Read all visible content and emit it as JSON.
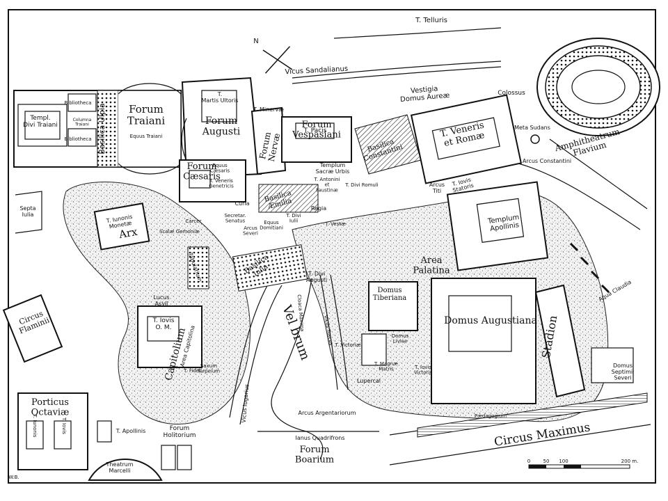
{
  "labels": {
    "t_telluris": "T. Telluris",
    "vicus_sandalianus": "Vicus Sandalianus",
    "forum_traiani": "Forum\nTraiani",
    "basilica_ulpia": "Basilica Ulpia",
    "templ_divi_traiani": "Templ.\nDivi Traiani",
    "bibliotheca_1": "Bibliotheca",
    "bibliotheca_2": "Bibliotheca",
    "columna_traiani": "Columna\nTraiani",
    "equus_traiani": "Equus Traiani",
    "t_martis_ultoris": "T.\nMartis Ultoris",
    "forum_augusti": "Forum\nAugusti",
    "t_minervae": "T. Minervæ",
    "forum_nervae": "Forum\nNervæ",
    "forum_vespasiani": "Forum\nVespasiani",
    "t_pacis": "T. Pacis",
    "vestigia": "Vestigia\nDomus Aureæ",
    "colossus": "Colossus",
    "t_veneris": "T. Veneris\net Romæ",
    "meta_sudans": "Meta Sudans",
    "amphitheatrum": "Amphitheatrum\nFlavium",
    "arcus_constantini": "Arcus Constantini",
    "basilica_constantini": "Basilica\nConstantini",
    "templum_sacrae_urbis": "Templum\nSacræ Urbis",
    "forum_caesaris": "Forum\nCæsaris",
    "equus_caesaris": "Equus\nCæsaris",
    "t_veneris_genetricis": "T. Veneris\nGenetricis",
    "basilica_aemilia": "Basilica\nÆmilia",
    "t_antonini": "T. Antonini\net\nFaustinæ",
    "t_divi_romuli": "T. Divi Romuli",
    "septa_iulia": "Septa\nIulia",
    "t_iunonis": "T. Iunonis\nMonetæ",
    "arx": "Arx",
    "carcer": "Carcer",
    "scalae_gemoniae": "Scalæ Gemoniæ",
    "curia": "Curia",
    "secretar_senatus": "Secretar.\nSenatus",
    "arcus_severi": "Arcus\nSeveri",
    "equus_domitiani": "Equus\nDomitiani",
    "t_divi_iulii": "T. Divi\nIulii",
    "regia": "Regia",
    "t_vestae": "T. Vestæ",
    "arcus_titi": "Arcus\nTiti",
    "t_iovis_statoris": "T. Iovis\nStatoris",
    "templum_apollinis": "Templum\nApollinis",
    "basilica_iulia": "Basilica\nIulia",
    "tabularium": "Tabularium",
    "lucus_asyli": "Lucus\nAsyli",
    "t_iovis_om": "T. Iovis\nO. M.",
    "capitolium": "Capitolium",
    "area_capitolina": "Area Capitolina",
    "saxum_tarpeium": "Saxum\nTarpeium",
    "t_fidei": "T. Fidei",
    "circus_flaminii": "Circus\nFlaminii",
    "velabrum": "Vel  brum",
    "vicus_iugarius": "Vicus Iugarius",
    "vicus_tuscus": "Vicus Tuscus",
    "cloaca_maxima": "Cloaca Maxima",
    "t_divi_augusti": "T. Divi\nAugusti",
    "area_palatina": "Area\nPalatina",
    "domus_tiberiana": "Domus\nTiberiana",
    "domus_augustiana": "Domus Augustiana",
    "stadion": "Stadion",
    "aqua_claudia": "Aqua Claudia",
    "t_victoriae": "T. Victoriæ",
    "domus_liviae": "Domus\nLiviae",
    "t_magnae_matris": "T. Magnæ\nMatris",
    "lupercal": "Lupercal",
    "t_iovis_victoris": "T. Iovis\nVictoris",
    "domus_septimii": "Domus\nSeptimii\nSeveri",
    "paedagogium": "Pædagogium",
    "porticus_octaviae": "Porticus\nOctaviæ",
    "t_iunonis_small": "T. Iunonis",
    "t_iovis_small": "T. Iovis",
    "t_apollinis": "T. Apollinis",
    "forum_holitorium": "Forum\nHolitorium",
    "theatrum_marcelli": "Theatrum\nMarcelli",
    "arcus_argentariorum": "Arcus Argentariorum",
    "ianus_quadrifrons": "Ianus Quadrifrons",
    "forum_boarium": "Forum\nBoarium",
    "circus_maximus": "Circus Maximus",
    "north": "N",
    "signature": "W.B."
  },
  "scale": {
    "ticks": [
      "0",
      "50",
      "100",
      "200 m."
    ]
  }
}
